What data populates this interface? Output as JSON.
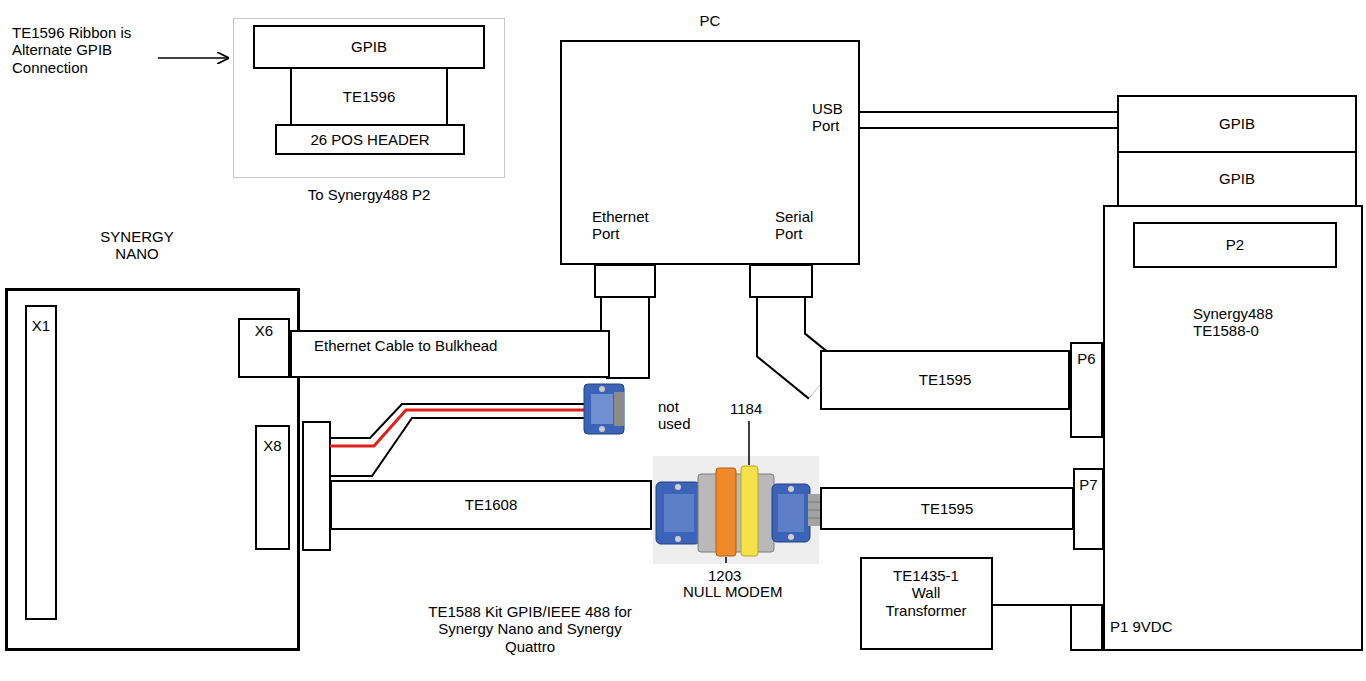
{
  "diagram": {
    "caption": "TE1588 Kit GPIB/IEEE 488 for Synergy Nano and Synergy Quattro",
    "nodes": [
      {
        "text": [
          "To Synergy488 P2"
        ]
      },
      {
        "text": [
          "GPIB"
        ],
        "in": 0
      },
      {
        "text": [
          "TE1596"
        ],
        "in": 0
      },
      {
        "text": [
          "26 POS HEADER"
        ],
        "in": 0
      },
      {
        "text": [
          "PC",
          "USB Port",
          "Ethernet Port",
          "Serial Port"
        ]
      },
      {
        "text": [
          "GPIB"
        ]
      },
      {
        "text": [
          "GPIB"
        ]
      },
      {
        "text": [
          "Synergy488 TE1588-0"
        ]
      },
      {
        "text": [
          "P2"
        ],
        "in": 7
      },
      {
        "text": [
          "P6"
        ],
        "in": 7
      },
      {
        "text": [
          "P7"
        ],
        "in": 7
      },
      {
        "text": [
          "P1 9VDC"
        ],
        "in": 7
      },
      {
        "text": [
          "SYNERGY NANO"
        ]
      },
      {
        "text": [
          "X1"
        ],
        "in": 12
      },
      {
        "text": [
          "X6"
        ],
        "in": 12
      },
      {
        "text": [
          "X8"
        ],
        "in": 12
      },
      {
        "text": [
          "Ethernet Cable to Bulkhead"
        ]
      },
      {
        "text": [
          "TE1595"
        ]
      },
      {
        "text": [
          "TE1608"
        ]
      },
      {
        "text": [
          "TE1595"
        ]
      },
      {
        "text": [
          "TE1435-1 Wall Transformer"
        ]
      }
    ],
    "edges": [
      {
        "from": 4,
        "to": 5,
        "arrow": "none"
      },
      {
        "from": 4,
        "to": 17,
        "arrow": "none"
      },
      {
        "from": 4,
        "to": 16,
        "arrow": "none"
      },
      {
        "from": 20,
        "to": 11,
        "arrow": "none"
      }
    ],
    "labels": [
      "TE1596 Ribbon is Alternate GPIB Connection",
      "not used",
      "1184",
      "1203",
      "NULL MODEM"
    ]
  }
}
